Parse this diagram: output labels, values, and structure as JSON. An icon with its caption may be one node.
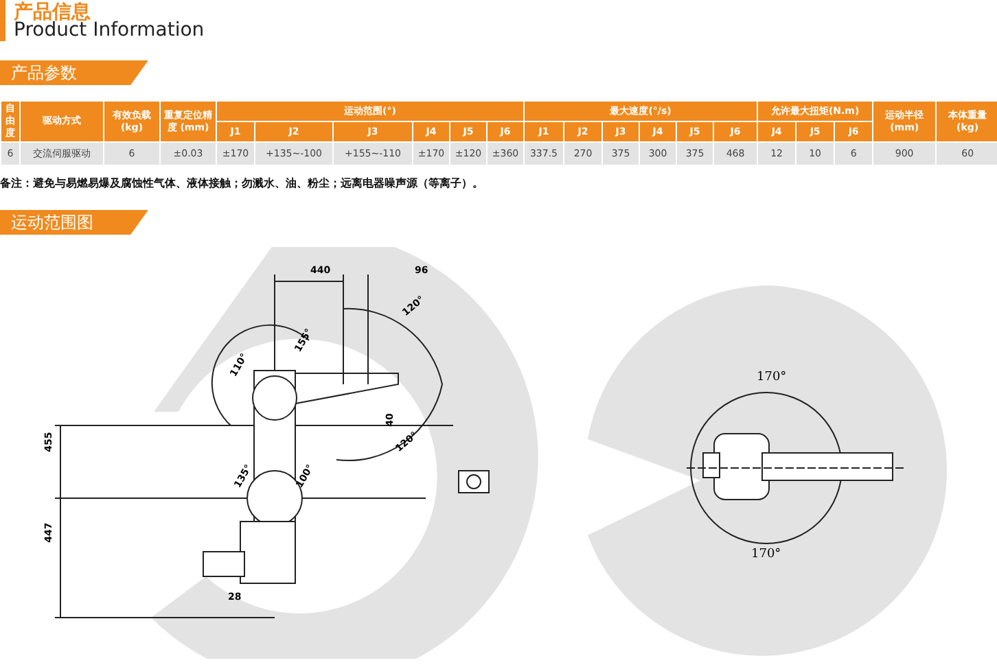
{
  "diagram": {
    "title": "产品信息",
    "labels": [
      "Product Information",
      "产品参数",
      "自由度",
      "驱动方式",
      "有效负载 (kg)",
      "重复定位精度 (mm)",
      "运动范围(°)",
      "最大速度(°/s)",
      "允许最大扭矩(N.m)",
      "运动半径 (mm)",
      "本体重量 (kg)",
      "J1",
      "J2",
      "J3",
      "J4",
      "J5",
      "J6",
      "J1",
      "J2",
      "J3",
      "J4",
      "J5",
      "J6",
      "J4",
      "J5",
      "J6",
      "6",
      "交流伺服驱动",
      "6",
      "±0.03",
      "±170",
      "+135~-100",
      "+155~-110",
      "±170",
      "±120",
      "±360",
      "337.5",
      "270",
      "375",
      "300",
      "375",
      "468",
      "12",
      "10",
      "6",
      "900",
      "60",
      "备注：避免与易燃易爆及腐蚀性气体、液体接触；勿溅水、油、粉尘；远离电器噪声源（等离子）。",
      "运动范围图",
      "440",
      "96",
      "120°",
      "155°",
      "110°",
      "40",
      "455",
      "120°",
      "135°",
      "100°",
      "447",
      "28",
      "170°",
      "170°"
    ]
  }
}
